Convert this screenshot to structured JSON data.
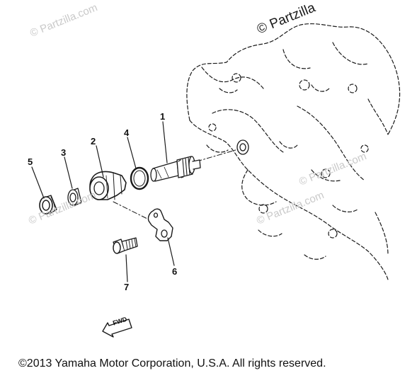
{
  "watermarks": {
    "top": "© Partzilla",
    "faint_1": "© Partzilla.com",
    "faint_2": "© Partzilla.com",
    "faint_3": "© Partzilla.com",
    "faint_4": "© Partzilla.com"
  },
  "callouts": {
    "c1": "1",
    "c2": "2",
    "c3": "3",
    "c4": "4",
    "c5": "5",
    "c6": "6",
    "c7": "7"
  },
  "fwd_label": "FWD",
  "copyright": "©2013 Yamaha Motor Corporation, U.S.A. All rights reserved."
}
